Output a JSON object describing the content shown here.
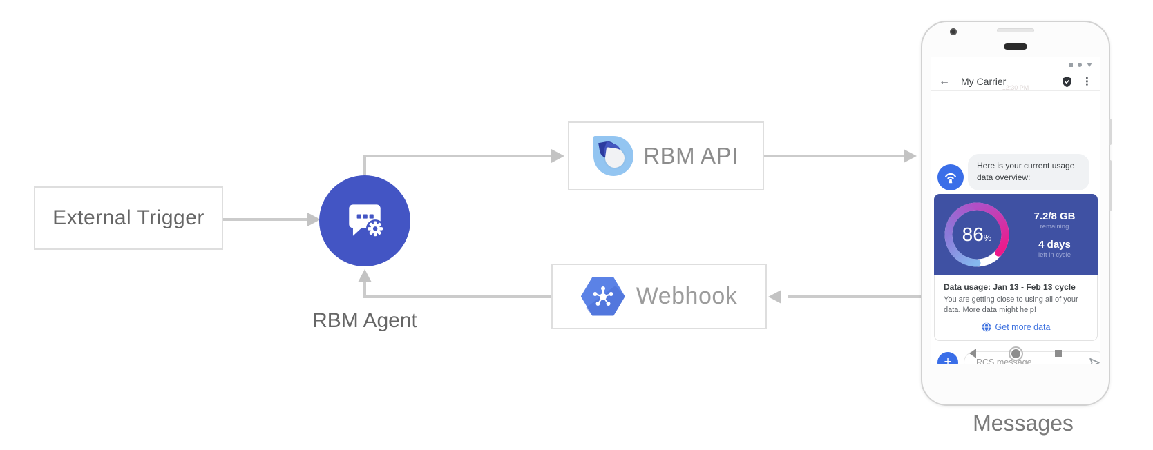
{
  "diagram": {
    "external_trigger": "External Trigger",
    "rbm_agent": "RBM Agent",
    "rbm_api": "RBM API",
    "webhook": "Webhook",
    "messages": "Messages"
  },
  "phone": {
    "header": {
      "back_icon": "←",
      "title": "My Carrier",
      "menu_icon": "⋮"
    },
    "timestamp": "12:30 PM",
    "chat": {
      "bubble_text": "Here is your current usage data overview:"
    },
    "card": {
      "percent": "86",
      "percent_unit": "%",
      "amount": "7.2/8 GB",
      "amount_caption": "remaining",
      "days": "4 days",
      "days_caption": "left in cycle",
      "title": "Data usage: Jan 13 - Feb 13 cycle",
      "body": "You are getting close to using all of your data. More data might help!",
      "cta": "Get more data"
    },
    "composer": {
      "plus_icon": "+",
      "placeholder": "RCS message"
    }
  },
  "colors": {
    "agent_indigo": "#4355c4",
    "card_indigo": "#3f51a3",
    "accent_blue": "#3a6ee8",
    "cta_blue": "#4174e0",
    "hexagon_blue": "#5b82e6",
    "gauge_start_blue": "#85b9ef",
    "gauge_end_pink": "#ee1889",
    "connector_gray": "#cbcbcb"
  }
}
